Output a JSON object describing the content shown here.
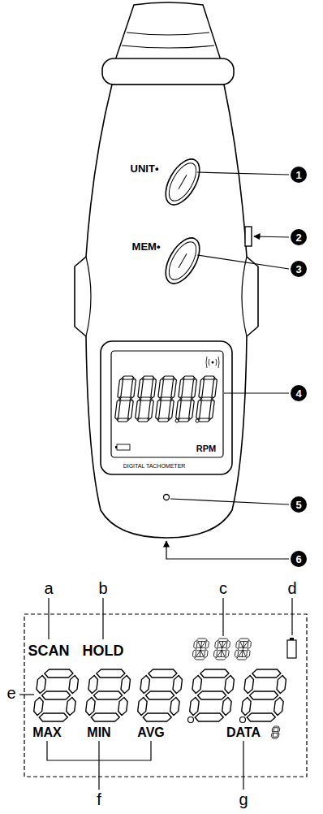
{
  "diagram": {
    "labels": [
      "UNIT•",
      "1",
      "2",
      "MEM•",
      "3",
      "4",
      "RPM",
      "DIGITAL TACHOMETER",
      "5",
      "6",
      "a",
      "b",
      "c",
      "d",
      "SCAN",
      "HOLD",
      "e",
      "MAX",
      "MIN",
      "AVG",
      "DATA",
      "f",
      "g"
    ]
  }
}
